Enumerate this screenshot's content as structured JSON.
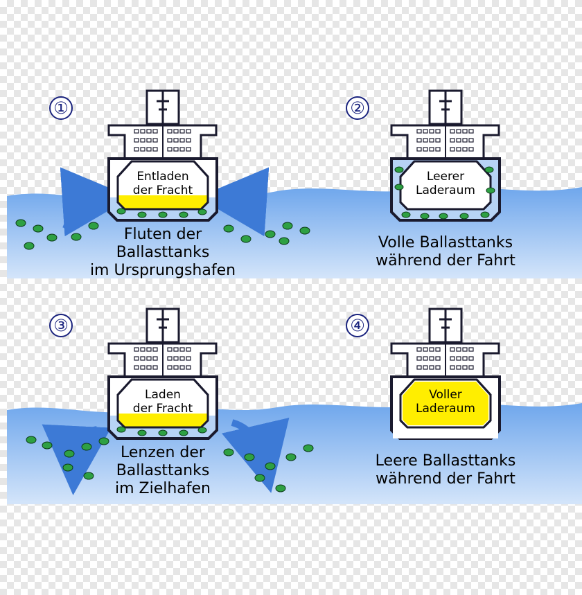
{
  "colors": {
    "water": "#6ea6ec",
    "water_light": "#b7d3f5",
    "ballast": "#b7d3f5",
    "cargo": "#ffee00",
    "hull_outline": "#1a1a2e",
    "organism": "#2ea043",
    "step_number": "#1a237e",
    "arrow": "#3d7ad6"
  },
  "panels": [
    {
      "number": "①",
      "hold_label": [
        "Entladen",
        "der Fracht"
      ],
      "caption": [
        "Fluten der",
        "Ballasttanks",
        "im Ursprungshafen"
      ],
      "cargo_state": "partial",
      "ballast_state": "filling",
      "flow": "inflow"
    },
    {
      "number": "②",
      "hold_label": [
        "Leerer",
        "Laderaum"
      ],
      "caption": [
        "Volle Ballasttanks",
        "während der Fahrt"
      ],
      "cargo_state": "empty",
      "ballast_state": "full",
      "flow": "none"
    },
    {
      "number": "③",
      "hold_label": [
        "Laden",
        "der Fracht"
      ],
      "caption": [
        "Lenzen der",
        "Ballasttanks",
        "im Zielhafen"
      ],
      "cargo_state": "partial",
      "ballast_state": "draining",
      "flow": "outflow"
    },
    {
      "number": "④",
      "hold_label": [
        "Voller",
        "Laderaum"
      ],
      "caption": [
        "Leere Ballasttanks",
        "während der Fahrt"
      ],
      "cargo_state": "full",
      "ballast_state": "empty",
      "flow": "none"
    }
  ]
}
